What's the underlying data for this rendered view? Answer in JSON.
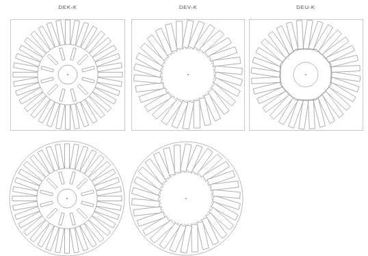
{
  "diagram": {
    "labels": [
      "DEK-K",
      "DEV-K",
      "DEU-K"
    ]
  }
}
